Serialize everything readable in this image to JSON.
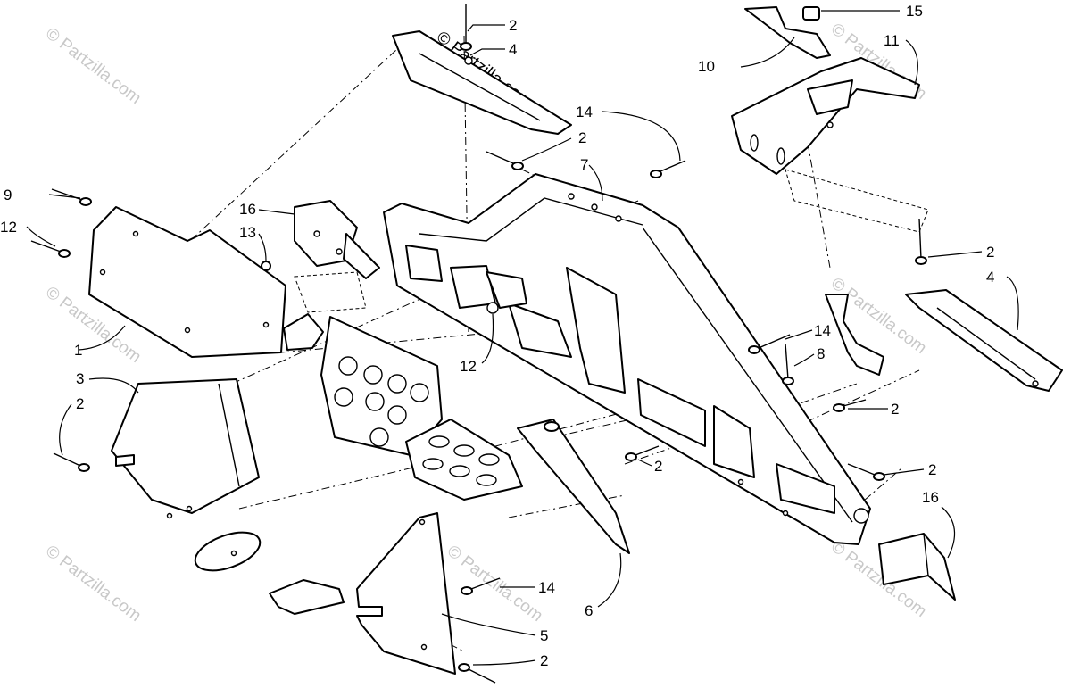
{
  "watermark": {
    "text": "© Partzilla.com",
    "color": "#c8c8c8"
  },
  "callouts": {
    "c1": "1",
    "c2": "2",
    "c3": "3",
    "c4": "4",
    "c5": "5",
    "c6": "6",
    "c7": "7",
    "c8": "8",
    "c9": "9",
    "c10": "10",
    "c11": "11",
    "c12": "12",
    "c13": "13",
    "c14": "14",
    "c15": "15",
    "c16": "16"
  }
}
